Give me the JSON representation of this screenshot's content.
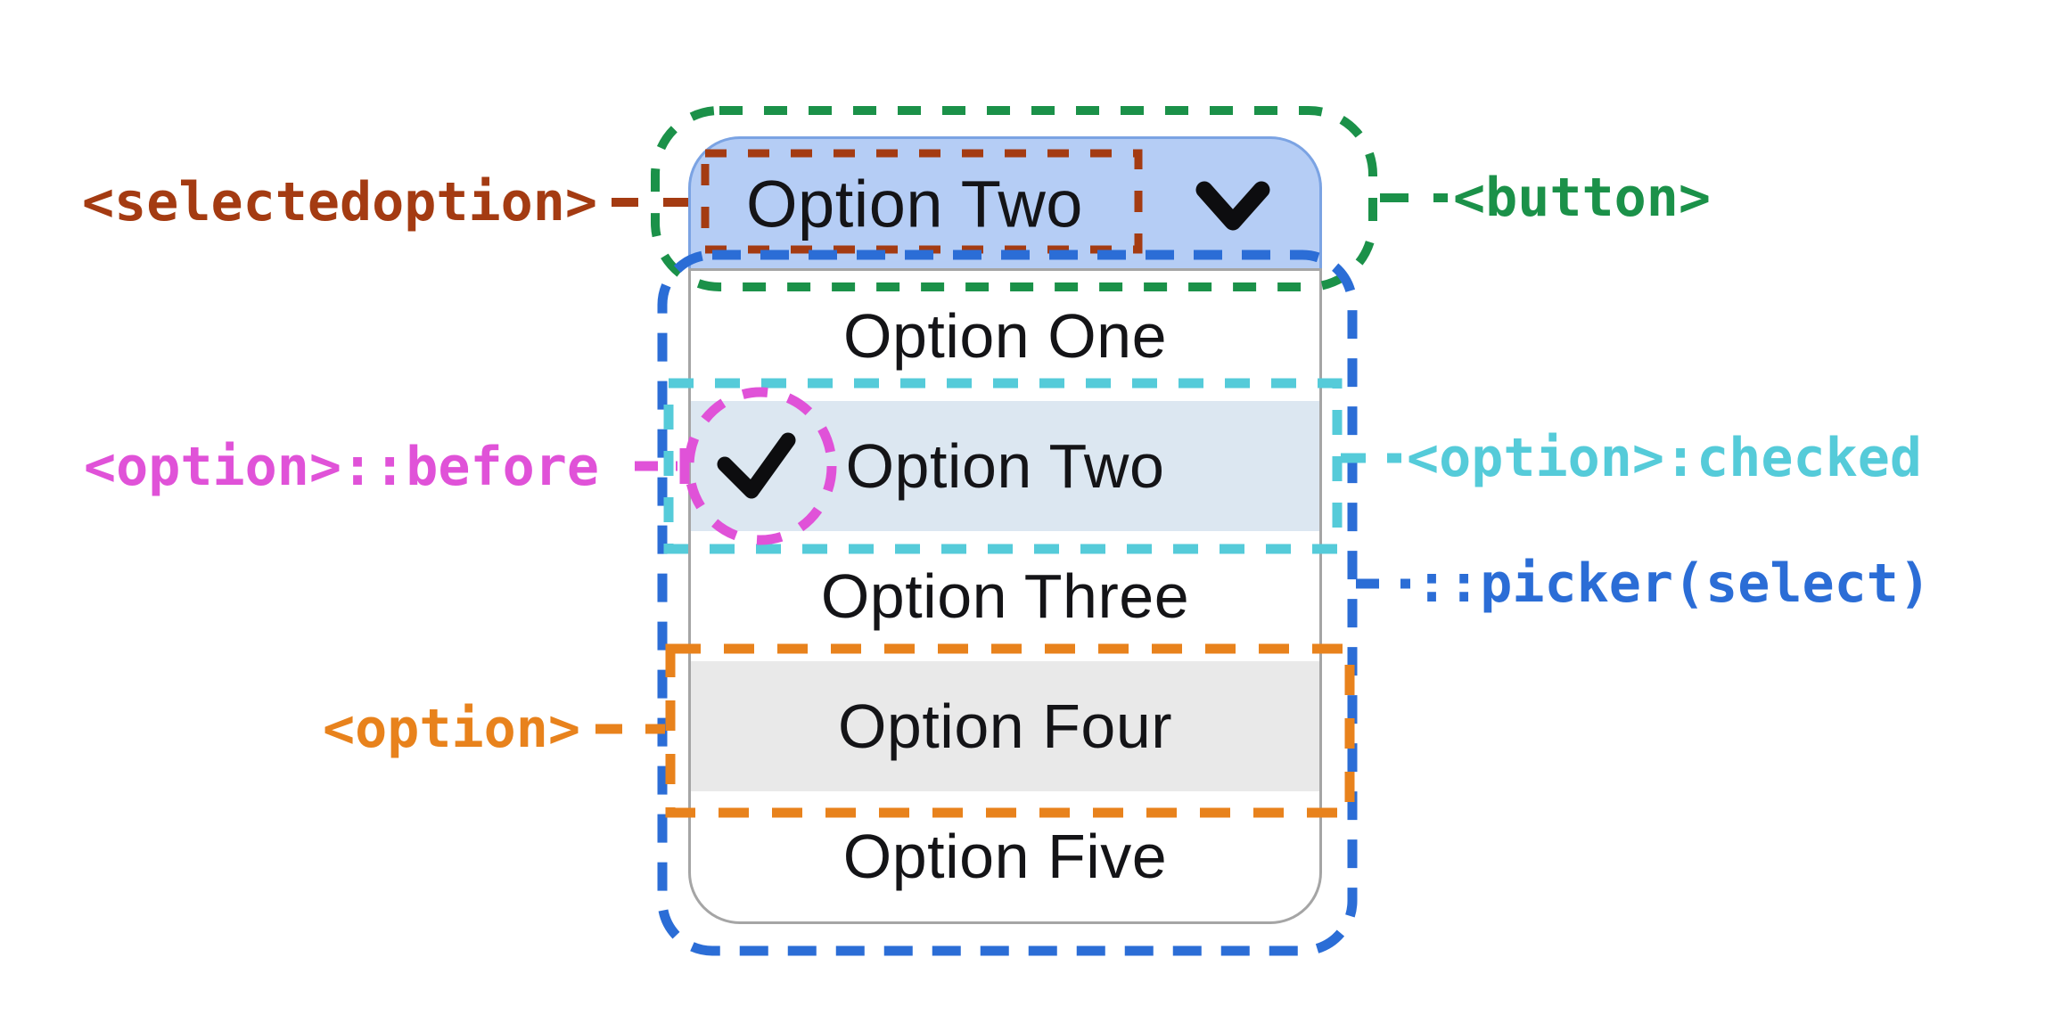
{
  "select": {
    "button": {
      "selected_option": "Option Two"
    },
    "options": [
      {
        "label": "Option One",
        "checked": false,
        "highlighted": false
      },
      {
        "label": "Option Two",
        "checked": true,
        "highlighted": true
      },
      {
        "label": "Option Three",
        "checked": false,
        "highlighted": false
      },
      {
        "label": "Option Four",
        "checked": false,
        "highlighted": true
      },
      {
        "label": "Option Five",
        "checked": false,
        "highlighted": false
      }
    ]
  },
  "annotations": {
    "selectedoption": {
      "label": "<selectedoption>",
      "color": "#a43b12"
    },
    "button": {
      "label": "<button>",
      "color": "#1b9149"
    },
    "option_before": {
      "label": "<option>::before",
      "color": "#e052d8"
    },
    "option_checked": {
      "label": "<option>:checked",
      "color": "#55cbd9"
    },
    "picker": {
      "label": "::picker(select)",
      "color": "#2b6dd6"
    },
    "option": {
      "label": "<option>",
      "color": "#e8821c"
    }
  },
  "icons": {
    "check_icon": "checkmark",
    "chevron_icon": "chevron-down"
  },
  "colors": {
    "canvas_bg": "#ffffff",
    "button_fill": "#b5cdf5",
    "button_border": "#7ba3e3",
    "checked_row_fill": "#dce7f1",
    "hover_row_fill": "#e9e9e9",
    "panel_border": "#a5a5a5",
    "option_text": "#141417",
    "glyph_black": "#0d0d0f"
  }
}
